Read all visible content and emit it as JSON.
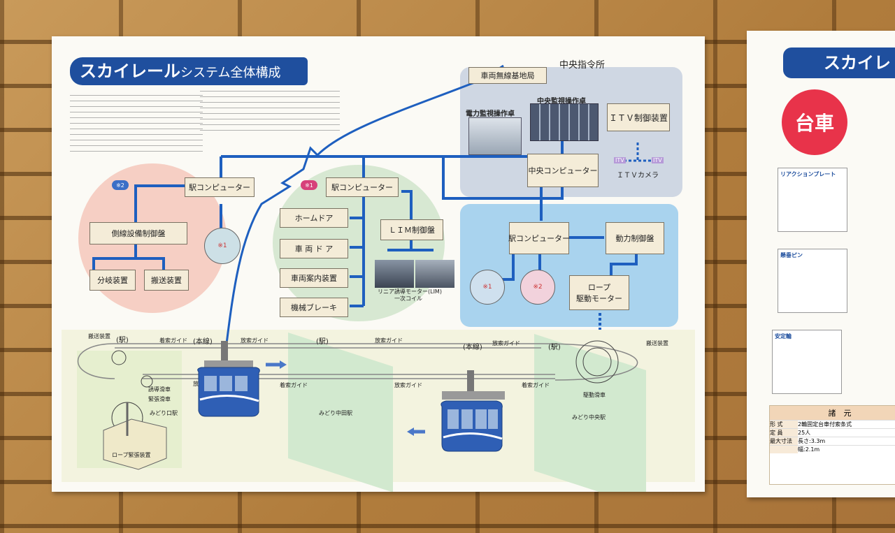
{
  "poster": {
    "title_main": "スカイレール",
    "title_sub": "システム全体構成",
    "central": {
      "header": "中央指令所",
      "radio_base": "車両無線基地局",
      "console_label": "中央監視操作卓",
      "power_label": "電力監視操作卓",
      "itv_control": "ＩＴＶ制御装置",
      "central_computer": "中央コンピューター",
      "itv_camera": "ＩＴＶカメラ",
      "itv_small": "ITV"
    },
    "left_station": {
      "tag": "※2",
      "computer": "駅コンピューター",
      "track_control": "側線設備制御盤",
      "branch": "分岐装置",
      "transport": "搬送装置",
      "ref": "※1"
    },
    "mid_station": {
      "tag": "※1",
      "computer": "駅コンピューター",
      "home_door": "ホームドア",
      "car_door": "車 両 ド ア",
      "guide": "車両案内装置",
      "brake": "機械ブレーキ",
      "lim": "ＬＩＭ制御盤",
      "lim_caption1": "リニア誘導モーター(LIM)",
      "lim_caption2": "一次コイル"
    },
    "right_station": {
      "computer": "駅コンピューター",
      "power_panel": "動力制御盤",
      "ref1": "※1",
      "ref2": "※2",
      "rope_motor_1": "ロープ",
      "rope_motor_2": "駆動モーター"
    },
    "track": {
      "transport_left": "搬送装置",
      "eki_left": "(駅)",
      "guide_a": "着索ガイド",
      "main_line_1": "(本線)",
      "release_a": "放索ガイド",
      "eki_mid": "(駅)",
      "release_b": "放索ガイド",
      "main_line_2": "(本線)",
      "release_c": "放索ガイド",
      "eki_right": "(駅)",
      "transport_right": "搬送装置",
      "tension_wheel": "誘導滑車",
      "tension_wheel2": "緊張滑車",
      "station_midori_kuchi": "みどり口駅",
      "rope_tension": "ロープ緊張装置",
      "guide_b": "着索ガイド",
      "station_midori_chuo_mid": "みどり中田駅",
      "release_d": "放索ガイド",
      "guide_c": "着索ガイド",
      "drive_wheel": "駆動滑車",
      "station_midori_chuo": "みどり中央駅",
      "release_gai": "放索ガイ"
    }
  },
  "poster2": {
    "title": "スカイレ",
    "daisha": "台車",
    "reaction_plate": "リアクションプレート",
    "suspension_pin": "懸垂ピン",
    "stabilizer": "安定輪",
    "spec_header": "諸　元",
    "spec_rows": [
      [
        "形 式",
        "2輪固定台車付索条式"
      ],
      [
        "定 員",
        "25人"
      ],
      [
        "最大寸法",
        "長さ:3.3m"
      ],
      [
        "",
        "幅:2.1m"
      ]
    ]
  },
  "colors": {
    "brand_blue": "#1f4f9e",
    "line_blue": "#1e5fbf",
    "pink_zone": "#f6cfc4",
    "green_zone": "#cfe5cf",
    "blue_zone": "#a9d3ee",
    "gray_zone": "#cfd7e3",
    "red_badge": "#e8334a"
  }
}
